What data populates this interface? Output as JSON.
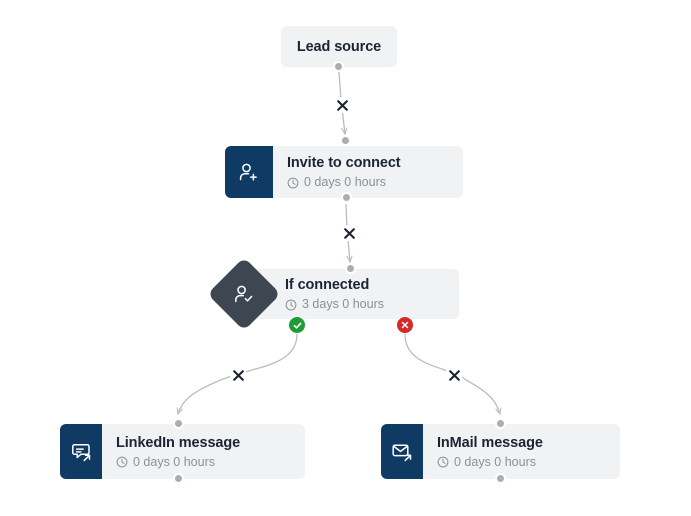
{
  "canvas": {
    "background_color": "#ffffff",
    "card_color": "#f1f2f4",
    "icon_tile_color": "#0e3a63",
    "diamond_color": "#3d4651",
    "title_color": "#1b2433",
    "subtitle_color": "#8a9099",
    "handle_color": "#a9aeb5",
    "edge_color": "#b9bcc1",
    "yes_badge_color": "#1d9d38",
    "no_badge_color": "#d42a2a"
  },
  "nodes": {
    "lead_source": {
      "title": "Lead source",
      "icon": "none"
    },
    "invite": {
      "title": "Invite to connect",
      "delay": "0 days 0 hours",
      "icon": "person-add-icon",
      "clock_icon": "clock-icon"
    },
    "if_connected": {
      "title": "If connected",
      "delay": "3 days 0 hours",
      "icon": "person-check-icon",
      "clock_icon": "clock-icon",
      "yes_badge": "check-circle-icon",
      "no_badge": "x-circle-icon"
    },
    "linkedin_message": {
      "title": "LinkedIn message",
      "delay": "0 days 0 hours",
      "icon": "chat-bubble-send-icon",
      "clock_icon": "clock-icon"
    },
    "inmail_message": {
      "title": "InMail message",
      "delay": "0 days 0 hours",
      "icon": "envelope-send-icon",
      "clock_icon": "clock-icon"
    }
  },
  "edges": {
    "delete_icon": "x-delete-icon",
    "list": [
      {
        "from": "lead_source",
        "to": "invite"
      },
      {
        "from": "invite",
        "to": "if_connected"
      },
      {
        "from": "if_connected_yes",
        "to": "linkedin_message"
      },
      {
        "from": "if_connected_no",
        "to": "inmail_message"
      }
    ]
  }
}
